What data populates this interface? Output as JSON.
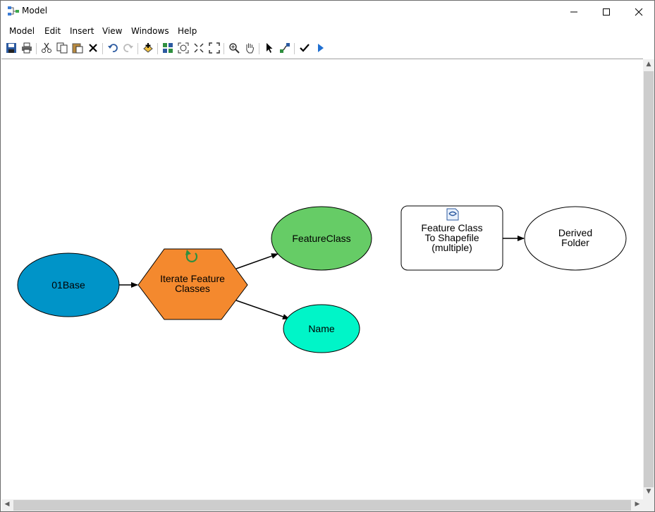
{
  "window": {
    "title": "Model"
  },
  "menu": [
    "Model",
    "Edit",
    "Insert",
    "View",
    "Windows",
    "Help"
  ],
  "toolbar": {
    "icons": [
      "save-icon",
      "print-icon",
      "cut-icon",
      "copy-icon",
      "paste-icon",
      "delete-icon",
      "undo-icon",
      "redo-icon",
      "add-data-icon",
      "auto-layout-icon",
      "full-extent-icon",
      "fixed-zoom-in-icon",
      "fixed-zoom-out-icon",
      "zoom-icon",
      "pan-icon",
      "select-icon",
      "connect-icon",
      "validate-icon",
      "run-icon"
    ]
  },
  "model": {
    "nodes": {
      "base": {
        "label": "01Base",
        "color": "#0094c8"
      },
      "iterator": {
        "label_line1": "Iterate Feature",
        "label_line2": "Classes",
        "color": "#f4892e"
      },
      "feature_class": {
        "label": "FeatureClass",
        "color": "#66cc66"
      },
      "name": {
        "label": "Name",
        "color": "#00f5c8"
      },
      "tool": {
        "label_line1": "Feature Class",
        "label_line2": "To Shapefile",
        "label_line3": "(multiple)",
        "color": "#ffffff"
      },
      "output": {
        "label_line1": "Derived",
        "label_line2": "Folder",
        "color": "#ffffff"
      }
    }
  }
}
